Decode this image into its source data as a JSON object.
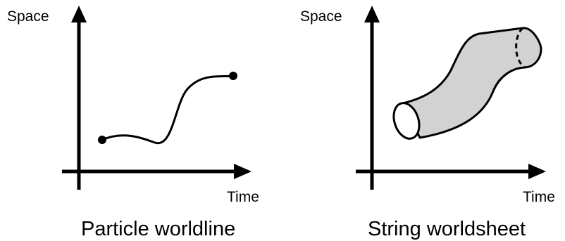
{
  "diagrams": [
    {
      "id": "particle",
      "y_axis_label": "Space",
      "x_axis_label": "Time",
      "caption": "Particle worldline"
    },
    {
      "id": "string",
      "y_axis_label": "Space",
      "x_axis_label": "Time",
      "caption": "String worldsheet"
    }
  ],
  "colors": {
    "ink": "#000000",
    "sheet_fill": "#d2d2d2",
    "end_cap_fill": "#ffffff"
  }
}
